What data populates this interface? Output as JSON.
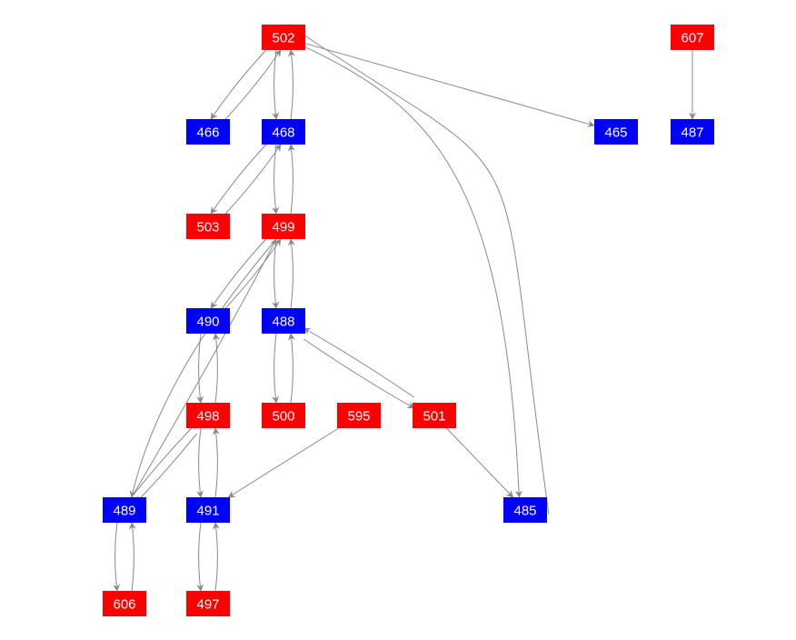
{
  "graph": {
    "colors": {
      "red": "#ff0000",
      "blue": "#0000ff",
      "edge": "#8a8a8a",
      "label": "#ffffff"
    },
    "nodes": [
      {
        "id": "502",
        "label": "502",
        "color": "red"
      },
      {
        "id": "607",
        "label": "607",
        "color": "red"
      },
      {
        "id": "466",
        "label": "466",
        "color": "blue"
      },
      {
        "id": "468",
        "label": "468",
        "color": "blue"
      },
      {
        "id": "465",
        "label": "465",
        "color": "blue"
      },
      {
        "id": "487",
        "label": "487",
        "color": "blue"
      },
      {
        "id": "503",
        "label": "503",
        "color": "red"
      },
      {
        "id": "499",
        "label": "499",
        "color": "red"
      },
      {
        "id": "490",
        "label": "490",
        "color": "blue"
      },
      {
        "id": "488",
        "label": "488",
        "color": "blue"
      },
      {
        "id": "498",
        "label": "498",
        "color": "red"
      },
      {
        "id": "500",
        "label": "500",
        "color": "red"
      },
      {
        "id": "595",
        "label": "595",
        "color": "red"
      },
      {
        "id": "501",
        "label": "501",
        "color": "red"
      },
      {
        "id": "489",
        "label": "489",
        "color": "blue"
      },
      {
        "id": "491",
        "label": "491",
        "color": "blue"
      },
      {
        "id": "485",
        "label": "485",
        "color": "blue"
      },
      {
        "id": "606",
        "label": "606",
        "color": "red"
      },
      {
        "id": "497",
        "label": "497",
        "color": "red"
      }
    ],
    "edges": [
      {
        "from": "502",
        "to": "466"
      },
      {
        "from": "466",
        "to": "502"
      },
      {
        "from": "502",
        "to": "468"
      },
      {
        "from": "468",
        "to": "502"
      },
      {
        "from": "502",
        "to": "465"
      },
      {
        "from": "502",
        "to": "485"
      },
      {
        "from": "485",
        "to": "502"
      },
      {
        "from": "607",
        "to": "487"
      },
      {
        "from": "468",
        "to": "503"
      },
      {
        "from": "503",
        "to": "468"
      },
      {
        "from": "468",
        "to": "499"
      },
      {
        "from": "499",
        "to": "468"
      },
      {
        "from": "499",
        "to": "490"
      },
      {
        "from": "490",
        "to": "499"
      },
      {
        "from": "499",
        "to": "488"
      },
      {
        "from": "488",
        "to": "499"
      },
      {
        "from": "499",
        "to": "489"
      },
      {
        "from": "489",
        "to": "499"
      },
      {
        "from": "488",
        "to": "500"
      },
      {
        "from": "500",
        "to": "488"
      },
      {
        "from": "488",
        "to": "501"
      },
      {
        "from": "501",
        "to": "488"
      },
      {
        "from": "501",
        "to": "485"
      },
      {
        "from": "490",
        "to": "498"
      },
      {
        "from": "498",
        "to": "490"
      },
      {
        "from": "498",
        "to": "489"
      },
      {
        "from": "489",
        "to": "498"
      },
      {
        "from": "498",
        "to": "491"
      },
      {
        "from": "491",
        "to": "498"
      },
      {
        "from": "595",
        "to": "491"
      },
      {
        "from": "489",
        "to": "606"
      },
      {
        "from": "606",
        "to": "489"
      },
      {
        "from": "491",
        "to": "497"
      },
      {
        "from": "497",
        "to": "491"
      }
    ]
  }
}
